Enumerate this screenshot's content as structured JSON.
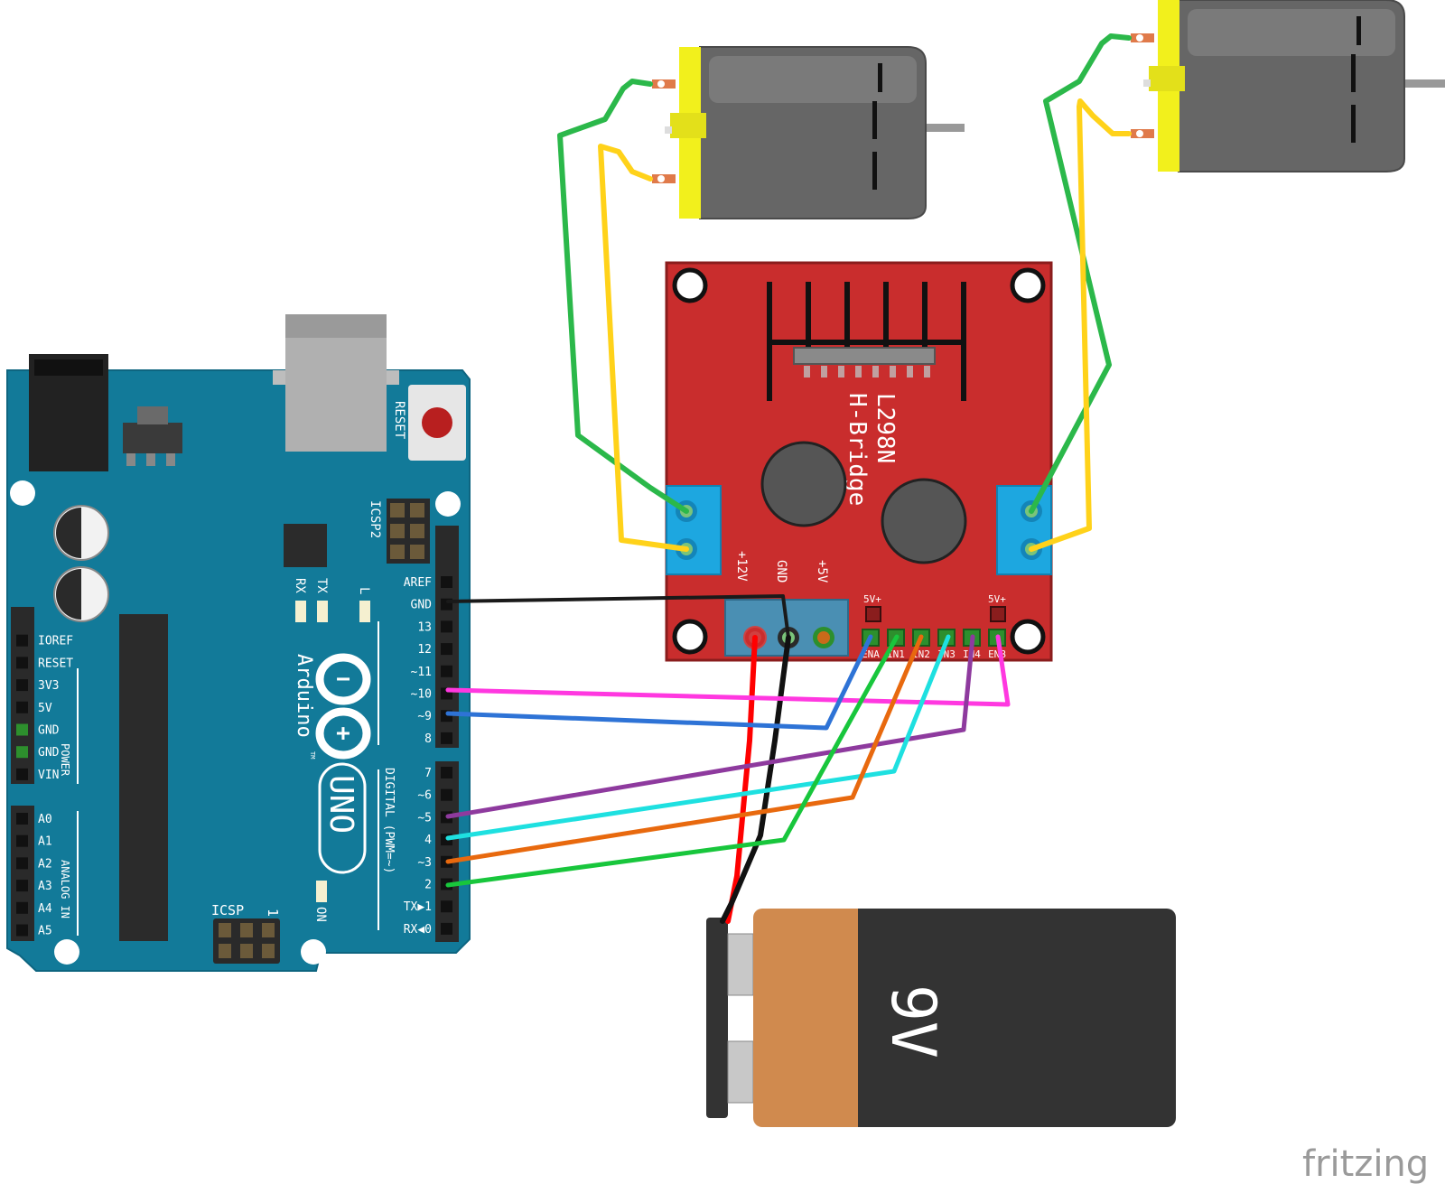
{
  "colors": {
    "arduino_board": "#127a99",
    "hbridge_board": "#c92d2d",
    "motor_body": "#666666",
    "motor_cap": "#f2f01c",
    "terminal_blue": "#1da7e0",
    "wire_green": "#2bb84a",
    "wire_yellow": "#ffd21a",
    "wire_black": "#1a1a1a",
    "wire_red": "#ff0000",
    "wire_magenta": "#ff38e0",
    "wire_blue": "#2e73d6",
    "wire_purple": "#8e3a9e",
    "wire_cyan": "#1ee0e0",
    "wire_orange": "#e8690e",
    "wire_green2": "#18c63c",
    "battery_copper": "#d08a4e",
    "battery_black": "#333333"
  },
  "arduino": {
    "reset_label": "RESET",
    "icsp2_label": "ICSP2",
    "icsp_label": "ICSP",
    "icsp_one": "1",
    "tx_label": "TX",
    "rx_label": "RX",
    "l_label": "L",
    "on_label": "ON",
    "brand": "Arduino",
    "tm": "TM",
    "model": "UNO",
    "digital_label": "DIGITAL (PWM=~)",
    "power_label": "POWER",
    "analog_label": "ANALOG IN",
    "plus_glyph": "+",
    "minus_glyph": "−",
    "digital_pins": [
      "AREF",
      "GND",
      "13",
      "12",
      "~11",
      "~10",
      "~9",
      "8",
      "7",
      "~6",
      "~5",
      "4",
      "~3",
      "2",
      "TX▶1",
      "RX◀0"
    ],
    "power_pins": [
      "IOREF",
      "RESET",
      "3V3",
      "5V",
      "GND",
      "GND",
      "VIN"
    ],
    "analog_pins": [
      "A0",
      "A1",
      "A2",
      "A3",
      "A4",
      "A5"
    ]
  },
  "hbridge": {
    "title_line1": "L298N",
    "title_line2": "H-Bridge",
    "power_labels": [
      "+12V",
      "GND",
      "+5V"
    ],
    "jumper_labels": [
      "5V+",
      "5V+"
    ],
    "control_pins": [
      "ENA",
      "IN1",
      "IN2",
      "IN3",
      "IN4",
      "ENB"
    ]
  },
  "battery": {
    "label": "9V"
  },
  "watermark": "fritzing"
}
